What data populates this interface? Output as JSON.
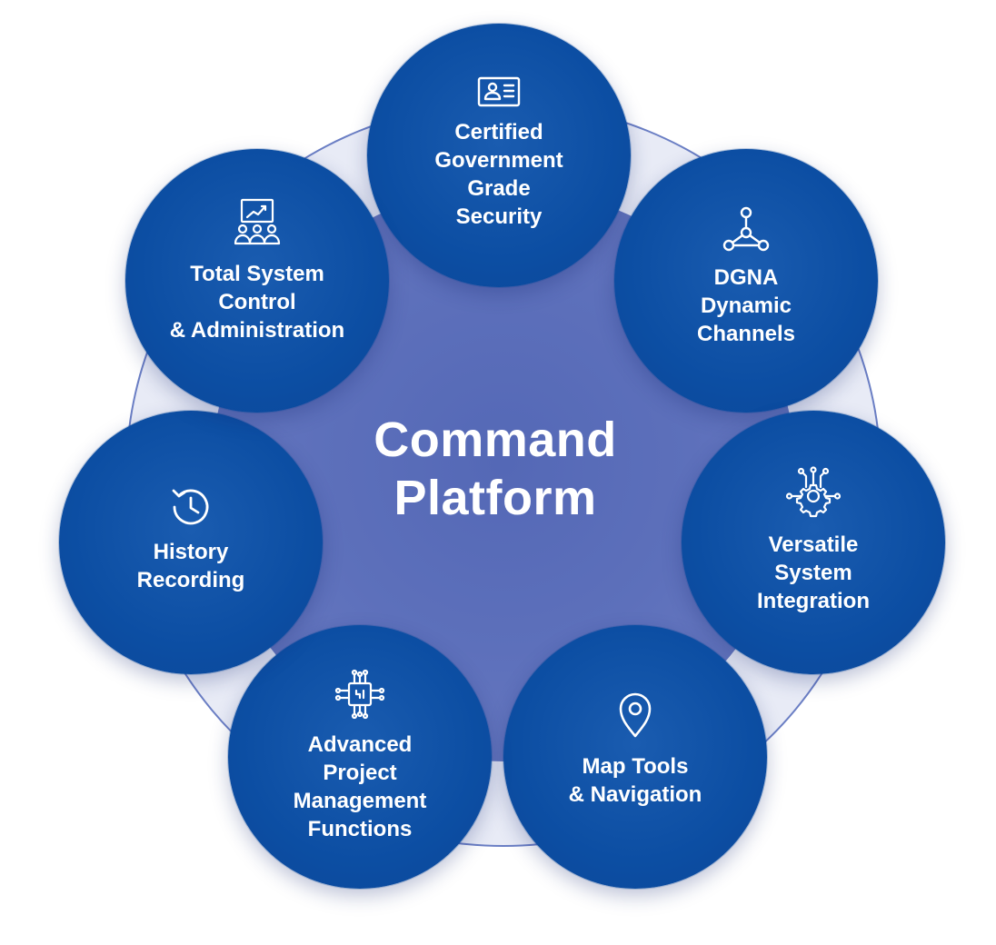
{
  "center": {
    "line1": "Command",
    "line2": "Platform"
  },
  "colors": {
    "node": "#0c4ea3",
    "inner_disc": "#5d70bb",
    "outer_ring_fill": "#e8ebf6",
    "outer_ring_stroke": "#6a7ec4",
    "text": "#ffffff"
  },
  "nodes": [
    {
      "icon": "id-card-icon",
      "lines": [
        "Certified",
        "Government",
        "Grade",
        "Security"
      ]
    },
    {
      "icon": "network-nodes-icon",
      "lines": [
        "DGNA",
        "Dynamic",
        "Channels"
      ]
    },
    {
      "icon": "gear-circuit-icon",
      "lines": [
        "Versatile",
        "System",
        "Integration"
      ]
    },
    {
      "icon": "map-pin-icon",
      "lines": [
        "Map Tools",
        "& Navigation"
      ]
    },
    {
      "icon": "chip-icon",
      "lines": [
        "Advanced",
        "Project",
        "Management",
        "Functions"
      ]
    },
    {
      "icon": "history-icon",
      "lines": [
        "History",
        "Recording"
      ]
    },
    {
      "icon": "presentation-team-icon",
      "lines": [
        "Total System",
        "Control",
        "& Administration"
      ]
    }
  ]
}
